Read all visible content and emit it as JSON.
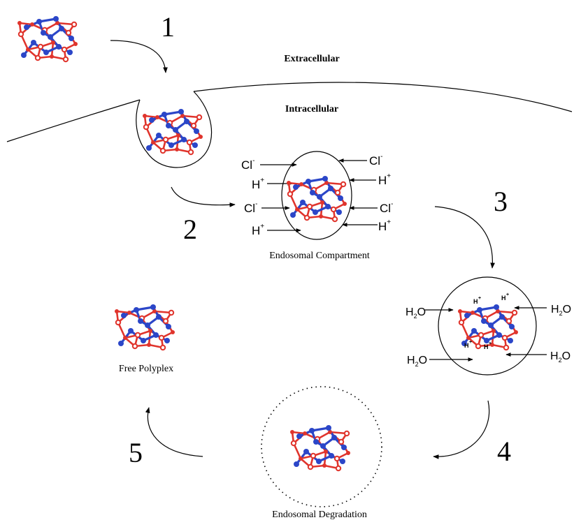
{
  "regions": {
    "extracellular": "Extracellular",
    "intracellular": "Intracellular"
  },
  "steps": [
    "1",
    "2",
    "3",
    "4",
    "5"
  ],
  "captions": {
    "endosomal_compartment": "Endosomal Compartment",
    "free_polyplex": "Free Polyplex",
    "endosomal_degradation": "Endosomal Degradation"
  },
  "ions": {
    "chloride": "Cl",
    "chloride_sup": "-",
    "proton": "H",
    "proton_sup": "+",
    "water_h": "H",
    "water_sub": "2",
    "water_o": "O"
  },
  "colors": {
    "polymer_red": "#e0342c",
    "dna_blue": "#2b46c8",
    "ink": "#000000"
  },
  "icons": {
    "polyplex": "polyplex-icon",
    "arrow": "arrow-icon"
  }
}
